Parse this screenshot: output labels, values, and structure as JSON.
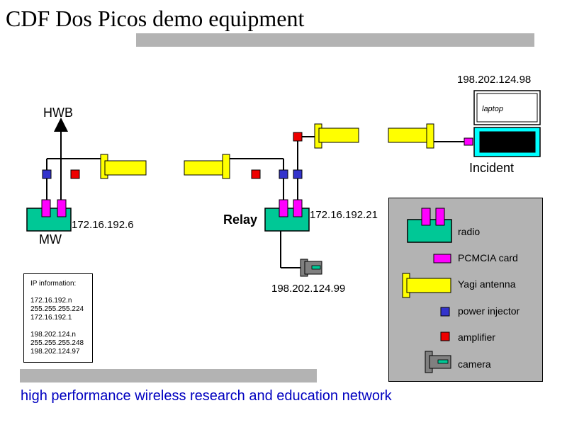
{
  "title": "CDF Dos Picos demo equipment",
  "labels": {
    "ip_laptop": "198.202.124.98",
    "laptop": "laptop",
    "hwb": "HWB",
    "incident": "Incident",
    "ip_mw": "172.16.192.6",
    "mw": "MW",
    "relay": "Relay",
    "ip_relay": "172.16.192.21",
    "ip_camera": "198.202.124.99"
  },
  "ip_info": {
    "heading": "IP information:",
    "group1": [
      "172.16.192.n",
      "255.255.255.224",
      "172.16.192.1"
    ],
    "group2": [
      "198.202.124.n",
      "255.255.255.248",
      "198.202.124.97"
    ]
  },
  "legend": {
    "items": [
      "radio",
      "PCMCIA card",
      "Yagi antenna",
      "power injector",
      "amplifier",
      "camera"
    ]
  },
  "tagline": "high performance wireless research and education network",
  "colors": {
    "radio": "#00c896",
    "pcmcia": "#ff00ff",
    "yagi": "#ffff00",
    "power_injector": "#3333cc",
    "amplifier": "#ee0000",
    "camera": "#808080",
    "laptop_screen": "#00ffff",
    "tagline": "#0000c0",
    "bar": "#b3b3b3"
  },
  "icons": {
    "arrow": "arrow-up-icon",
    "radio": "radio-icon",
    "pcmcia": "pcmcia-card-icon",
    "yagi": "yagi-antenna-icon",
    "power_injector": "power-injector-icon",
    "amplifier": "amplifier-icon",
    "camera": "camera-icon",
    "laptop": "laptop-icon"
  }
}
